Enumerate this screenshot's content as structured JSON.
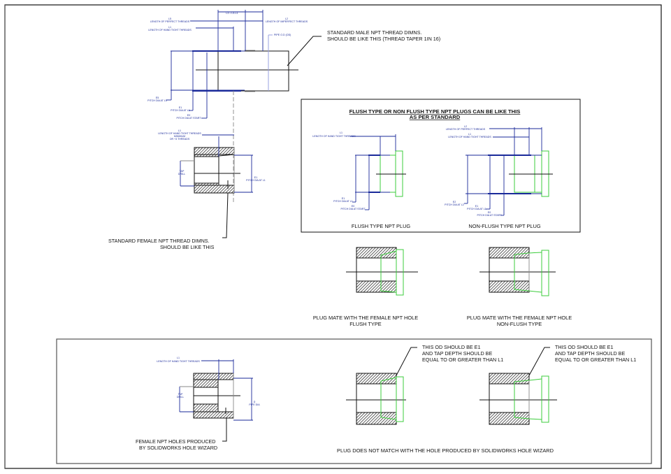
{
  "male_thread": {
    "callout": [
      "STANDARD MALE NPT THREAD DIMNS.",
      "SHOULD BE LIKE THIS (THREAD TAPER 1IN 16)"
    ],
    "dims": {
      "l5_label": "L5",
      "l5_text": "LENGTH OF PERFECT THREADS",
      "l3_label": "L3 = L5-L1",
      "l2_label": "L2",
      "l2_text": "LENGTH OF IMPERFECT THREADS",
      "l1_label": "L1",
      "l1_text": "LENGTH OF HAND TIGHT THREADS",
      "pipe_od": "PIPE O.D (OD)",
      "e5_label": "E5",
      "e5_text": "PITCH DIA AT L5",
      "e1_label": "E1",
      "e1_text": "PITCH DIA AT L1",
      "e0_label": "E0",
      "e0_text": "PITCH DIA AT START"
    }
  },
  "female_thread": {
    "callout": [
      "STANDARD FEMALE NPT THREAD DIMNS.",
      "SHOULD BE LIKE THIS"
    ],
    "dims": {
      "l1_label": "L1",
      "l1_text": [
        "LENGTH OF HAND TIGHT THREADS",
        "MINIMUM",
        "OR +3 THREADS"
      ],
      "tap_drill": [
        "TAP",
        "DRILL"
      ],
      "e1_label": "E1",
      "e1_text": "PITCH DIA AT L1"
    }
  },
  "plugs_box": {
    "title": [
      "FLUSH TYPE OR NON FLUSH TYPE NPT PLUGS CAN BE LIKE THIS",
      "AS PER STANDARD"
    ],
    "flush": {
      "caption": "FLUSH TYPE NPT PLUG",
      "l1_label": "L1",
      "l1_text": "LENGTH OF HAND TIGHT THREADS",
      "e1_label": "E1",
      "e1_text": "PITCH DIA AT L1",
      "e0_label": "E0",
      "e0_text": "PITCH DIA AT START"
    },
    "non_flush": {
      "caption": "NON-FLUSH TYPE NPT PLUG",
      "l2_label": "L2",
      "l2_text": "LENGTH OF PERFECT THREADS",
      "l1_label": "L1",
      "l1_text": "LENGTH OF HAND TIGHT THREADS",
      "e2_label": "E2",
      "e2_text": "PITCH DIA AT L2",
      "e1_label": "E1",
      "e1_text": "PITCH DIA AT L1",
      "e0_label": "E0",
      "e0_text": "PITCH DIA AT START"
    }
  },
  "mate": {
    "flush_caption": [
      "PLUG MATE WITH THE FEMALE NPT HOLE",
      "FLUSH TYPE"
    ],
    "non_flush_caption": [
      "PLUG MATE WITH THE FEMALE NPT HOLE",
      "NON-FLUSH TYPE"
    ]
  },
  "solidworks_box": {
    "hole": {
      "l1_label": "L1",
      "l1_text": "LENGTH OF HAND TIGHT THREADS",
      "tap_drill": [
        "TAP",
        "DRILL"
      ],
      "d_label": "D",
      "d_text": "PIPE DIA",
      "callout": [
        "FEMALE NPT HOLES PRODUCED",
        "BY SOLIDWORKS HOLE WIZARD"
      ]
    },
    "note_left": [
      "THIS OD SHOULD BE E1",
      "AND TAP DEPTH SHOULD BE",
      "EQUAL TO OR GREATER THAN L1"
    ],
    "note_right": [
      "THIS OD SHOULD BE E1",
      "AND TAP DEPTH SHOULD BE",
      "EQUAL TO OR GREATER THAN L1"
    ],
    "caption": "PLUG DOES NOT MATCH WITH THE HOLE PRODUCED BY SOLIDWORKS HOLE WIZARD"
  }
}
